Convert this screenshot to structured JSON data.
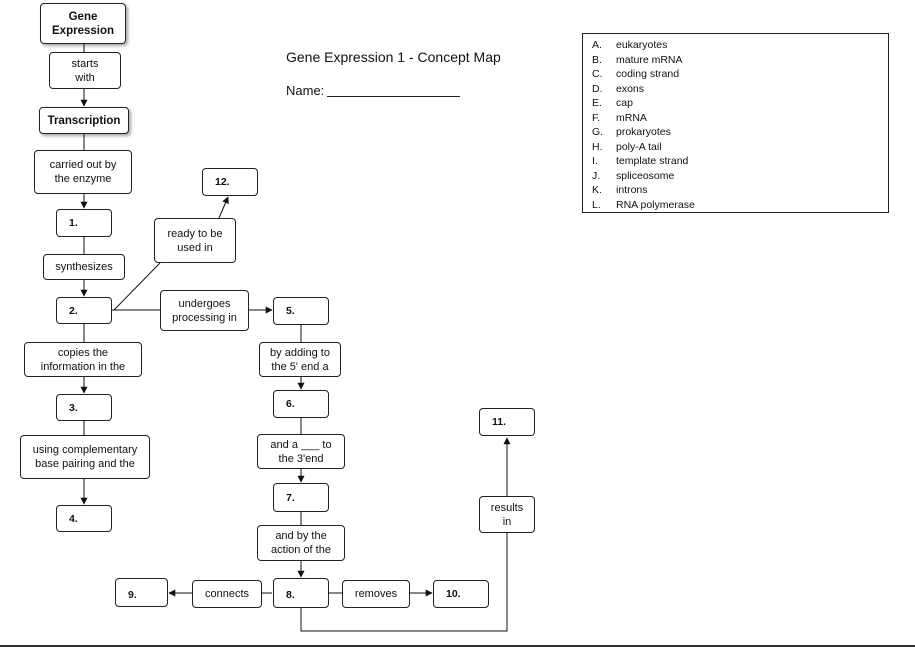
{
  "title": "Gene Expression 1 - Concept Map",
  "name_label": "Name:",
  "nodes": {
    "gene_expression": "Gene\nExpression",
    "starts_with": "starts\nwith",
    "transcription": "Transcription",
    "carried_out": "carried out by\nthe enzyme",
    "n1": "1.",
    "synthesizes": "synthesizes",
    "n2": "2.",
    "copies": "copies the\ninformation in the",
    "n3": "3.",
    "using": "using complementary\nbase pairing and the",
    "n4": "4.",
    "ready": "ready to be\nused in",
    "n12": "12.",
    "undergoes": "undergoes\nprocessing in",
    "n5": "5.",
    "by_adding": "by adding to\nthe 5' end a",
    "n6": "6.",
    "and_a": "and a ___ to\nthe 3'end",
    "n7": "7.",
    "and_by": "and by the\naction of the",
    "n8": "8.",
    "connects": "connects",
    "n9": "9.",
    "removes": "removes",
    "n10": "10.",
    "results_in": "results\nin",
    "n11": "11."
  },
  "legend": [
    {
      "letter": "A.",
      "term": "eukaryotes"
    },
    {
      "letter": "B.",
      "term": "mature mRNA"
    },
    {
      "letter": "C.",
      "term": "coding strand"
    },
    {
      "letter": "D.",
      "term": "exons"
    },
    {
      "letter": "E.",
      "term": "cap"
    },
    {
      "letter": "F.",
      "term": "mRNA"
    },
    {
      "letter": "G.",
      "term": "prokaryotes"
    },
    {
      "letter": "H.",
      "term": "poly-A tail"
    },
    {
      "letter": "I.",
      "term": "template strand"
    },
    {
      "letter": "J.",
      "term": "spliceosome"
    },
    {
      "letter": "K.",
      "term": "introns"
    },
    {
      "letter": "L.",
      "term": "RNA polymerase"
    }
  ]
}
